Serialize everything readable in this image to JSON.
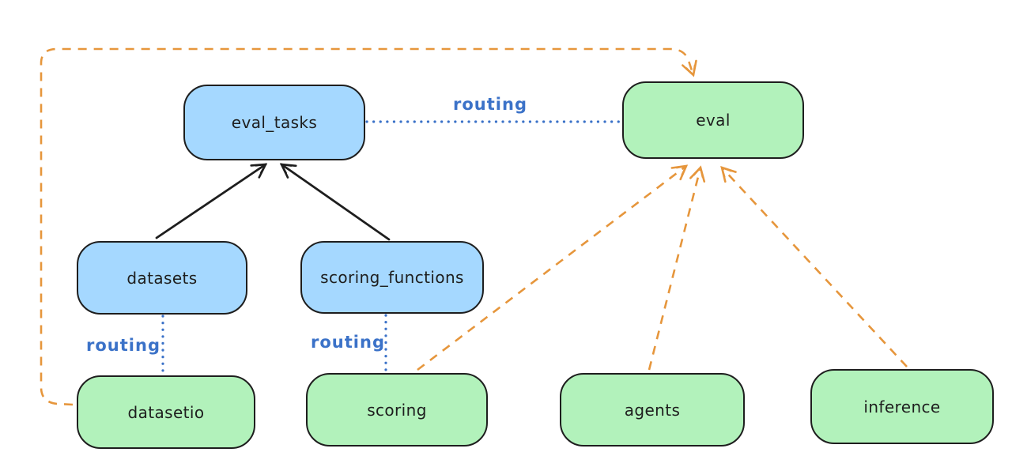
{
  "diagram": {
    "nodes": [
      {
        "id": "eval_tasks",
        "label": "eval_tasks",
        "kind": "registry-blue"
      },
      {
        "id": "eval",
        "label": "eval",
        "kind": "api-green"
      },
      {
        "id": "datasets",
        "label": "datasets",
        "kind": "registry-blue"
      },
      {
        "id": "scoring_functions",
        "label": "scoring_functions",
        "kind": "registry-blue"
      },
      {
        "id": "datasetio",
        "label": "datasetio",
        "kind": "api-green"
      },
      {
        "id": "scoring",
        "label": "scoring",
        "kind": "api-green"
      },
      {
        "id": "agents",
        "label": "agents",
        "kind": "api-green"
      },
      {
        "id": "inference",
        "label": "inference",
        "kind": "api-green"
      }
    ],
    "edges": [
      {
        "from": "datasets",
        "to": "eval_tasks",
        "style": "solid-black-arrow",
        "label": ""
      },
      {
        "from": "scoring_functions",
        "to": "eval_tasks",
        "style": "solid-black-arrow",
        "label": ""
      },
      {
        "from": "eval_tasks",
        "to": "eval",
        "style": "dotted-blue",
        "label": "routing"
      },
      {
        "from": "datasets",
        "to": "datasetio",
        "style": "dotted-blue",
        "label": "routing"
      },
      {
        "from": "scoring_functions",
        "to": "scoring",
        "style": "dotted-blue",
        "label": "routing"
      },
      {
        "from": "datasetio",
        "to": "eval",
        "style": "dashed-orange-arrow",
        "label": ""
      },
      {
        "from": "scoring",
        "to": "eval",
        "style": "dashed-orange-arrow",
        "label": ""
      },
      {
        "from": "agents",
        "to": "eval",
        "style": "dashed-orange-arrow",
        "label": ""
      },
      {
        "from": "inference",
        "to": "eval",
        "style": "dashed-orange-arrow",
        "label": ""
      }
    ],
    "colors": {
      "blue_node_fill": "#a5d8ff",
      "green_node_fill": "#b2f2bb",
      "node_stroke": "#1e1e1e",
      "routing_blue": "#3b72c8",
      "orange_dash": "#e6963c",
      "background": "#ffffff"
    }
  }
}
